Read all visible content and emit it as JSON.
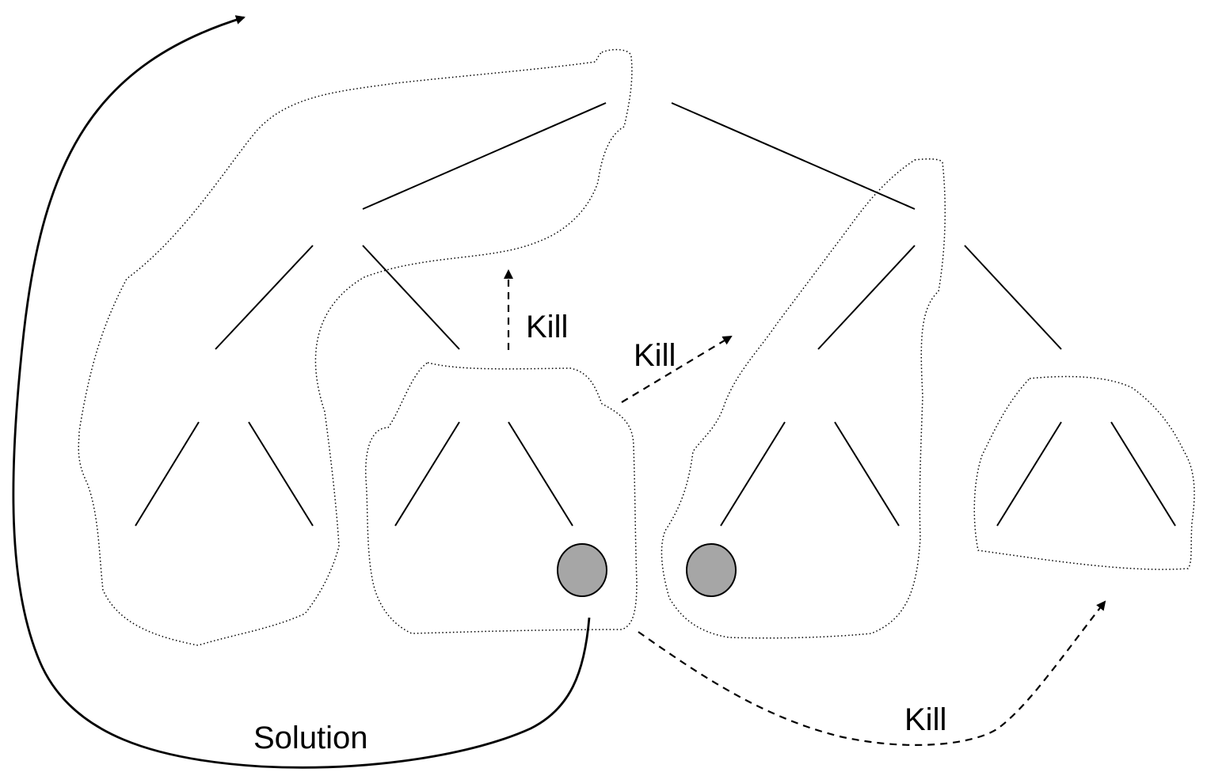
{
  "labels": {
    "kill_up": "Kill",
    "kill_right": "Kill",
    "kill_bottom": "Kill",
    "solution": "Solution"
  },
  "colors": {
    "line": "#000000",
    "node_fill": "#a6a6a6",
    "background": "#ffffff"
  }
}
